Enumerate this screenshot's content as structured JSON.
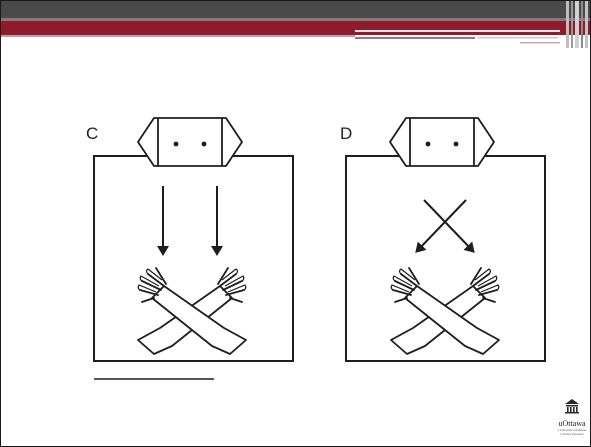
{
  "panels": [
    {
      "letter": "C",
      "direction": "downward"
    },
    {
      "letter": "D",
      "direction": "crossed"
    }
  ],
  "logo": {
    "name": "uOttawa",
    "tagline": "L'Université canadienne Canada's university"
  },
  "colors": {
    "header_dark": "#4a4a4a",
    "header_accent": "#8f1b2c",
    "ink": "#1e1e1e"
  }
}
